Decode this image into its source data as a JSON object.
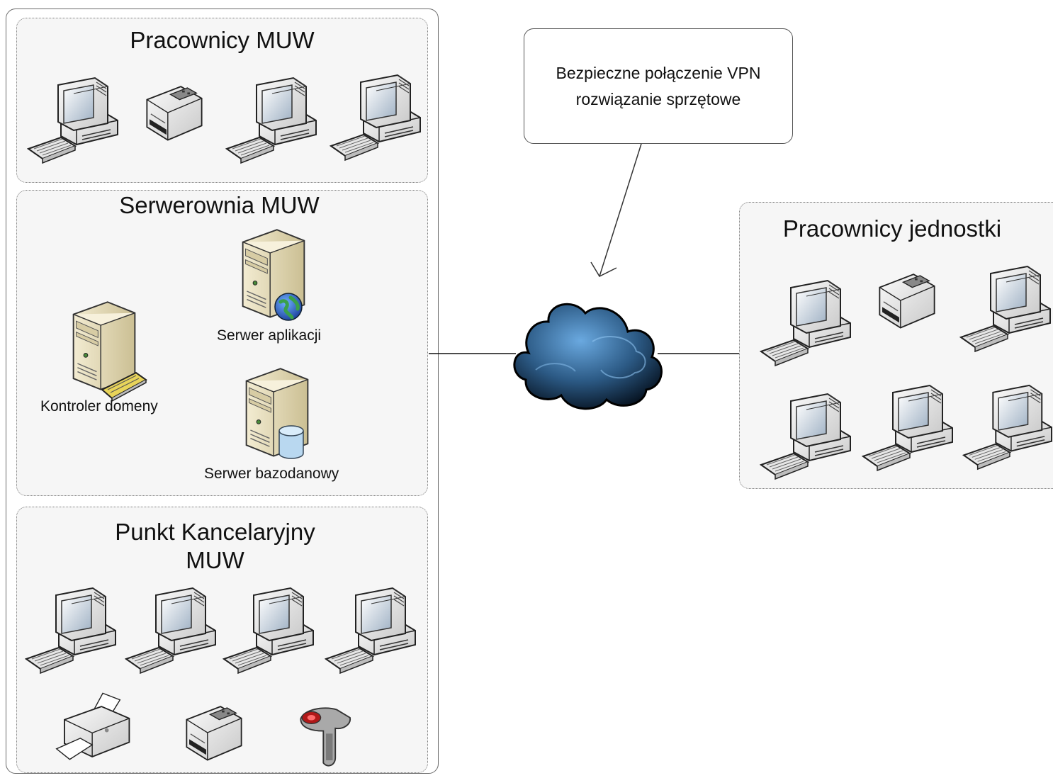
{
  "callout": {
    "line1": "Bezpieczne połączenie VPN",
    "line2": "rozwiązanie sprzętowe"
  },
  "groups": {
    "pracownicy_muw": {
      "title": "Pracownicy MUW"
    },
    "serwerownia_muw": {
      "title": "Serwerownia MUW",
      "server_app_label": "Serwer aplikacji",
      "server_dc_label": "Kontroler domeny",
      "server_db_label": "Serwer bazodanowy"
    },
    "punkt_kancelaryjny": {
      "title_line1": "Punkt Kancelaryjny",
      "title_line2": "MUW"
    },
    "pracownicy_jednostki": {
      "title": "Pracownicy jednostki"
    }
  },
  "icons": {
    "workstation": "workstation-icon",
    "fax": "fax-printer-icon",
    "server": "tower-server-icon",
    "printer": "laser-printer-icon",
    "scanner": "barcode-scanner-icon",
    "cloud": "internet-cloud-icon"
  },
  "colors": {
    "group_fill": "#f6f6f6",
    "group_border": "#7a7a7a",
    "cloud_dark": "#0b1a2a",
    "cloud_light": "#5f9ed6",
    "server_beige": "#e8dfbf"
  }
}
